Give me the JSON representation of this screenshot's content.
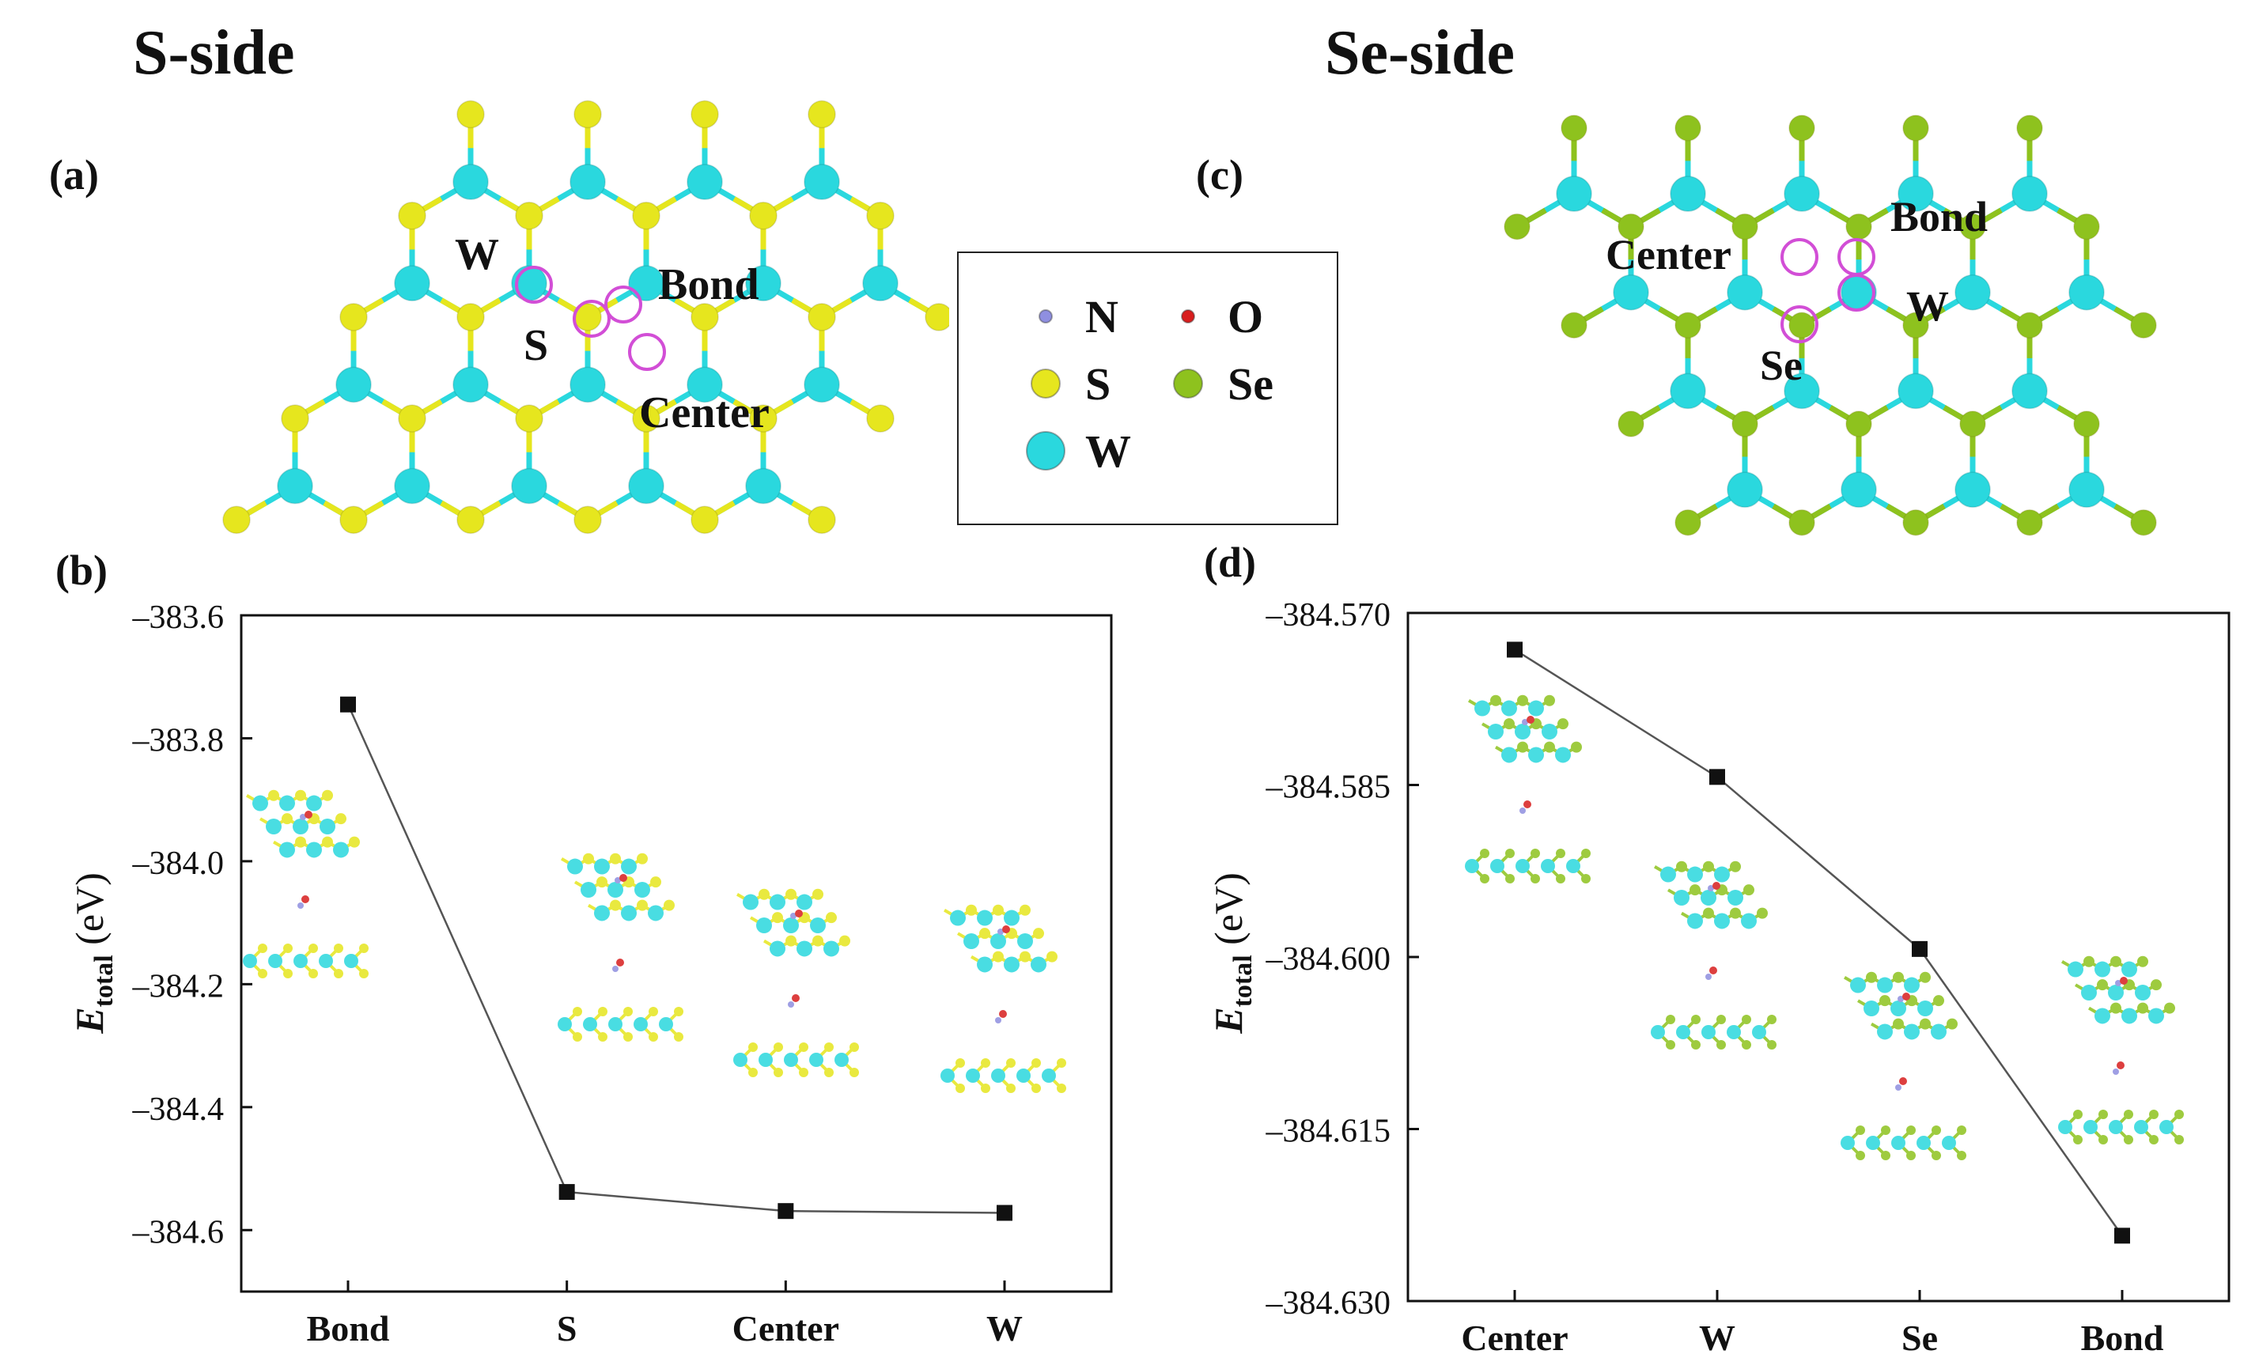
{
  "titles": {
    "left": "S-side",
    "right": "Se-side"
  },
  "panels": {
    "a": "(a)",
    "b": "(b)",
    "c": "(c)",
    "d": "(d)"
  },
  "colors": {
    "N": "#8f8fe0",
    "O": "#d81e1e",
    "S": "#e6e61e",
    "Se": "#8ec21e",
    "W": "#2ad8de",
    "site_marker": "#d24ed6",
    "line": "#555555",
    "marker": "#111111"
  },
  "legend": [
    {
      "symbol": "N",
      "color": "#8f8fe0",
      "size": "small"
    },
    {
      "symbol": "O",
      "color": "#d81e1e",
      "size": "small"
    },
    {
      "symbol": "S",
      "color": "#e6e61e",
      "size": "medium"
    },
    {
      "symbol": "Se",
      "color": "#8ec21e",
      "size": "medium"
    },
    {
      "symbol": "W",
      "color": "#2ad8de",
      "size": "large"
    }
  ],
  "structure_a": {
    "labels": [
      "W",
      "Bond",
      "S",
      "Center"
    ]
  },
  "structure_c": {
    "labels": [
      "Center",
      "Bond",
      "W",
      "Se"
    ]
  },
  "chart_data": [
    {
      "panel": "(b)",
      "type": "line",
      "categories": [
        "Bond",
        "S",
        "Center",
        "W"
      ],
      "values": [
        -383.745,
        -384.538,
        -384.569,
        -384.572
      ],
      "ylabel_main": "E",
      "ylabel_sub": "total",
      "ylabel_unit": " (eV)",
      "ylim": [
        -384.7,
        -383.6
      ],
      "yticks": [
        -383.6,
        -383.8,
        -384.0,
        -384.2,
        -384.4,
        -384.6
      ],
      "ytick_labels": [
        "–383.6",
        "–383.8",
        "–384.0",
        "–384.2",
        "–384.4",
        "–384.6"
      ],
      "grid": false,
      "marker": "square"
    },
    {
      "panel": "(d)",
      "type": "line",
      "categories": [
        "Center",
        "W",
        "Se",
        "Bond"
      ],
      "values": [
        -384.5732,
        -384.5843,
        -384.5993,
        -384.6243
      ],
      "ylabel_main": "E",
      "ylabel_sub": "total",
      "ylabel_unit": " (eV)",
      "ylim": [
        -384.63,
        -384.57
      ],
      "yticks": [
        -384.57,
        -384.585,
        -384.6,
        -384.615,
        -384.63
      ],
      "ytick_labels": [
        "–384.570",
        "–384.585",
        "–384.600",
        "–384.615",
        "–384.630"
      ],
      "grid": false,
      "marker": "square"
    }
  ]
}
